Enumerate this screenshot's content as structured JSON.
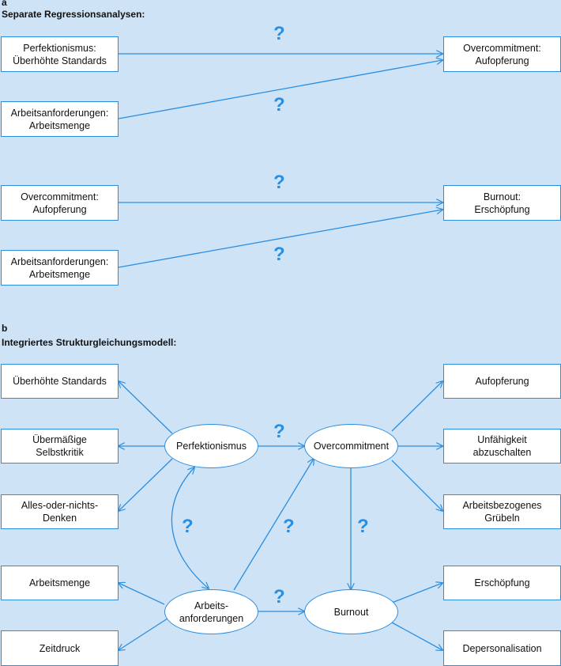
{
  "panel_a": {
    "label": "a",
    "title": "Separate Regressionsanalysen:",
    "boxes": {
      "perfektionismus": "Perfektionismus:\nÜberhöhte Standards",
      "arbeitsanforderungen1": "Arbeitsanforderungen:\nArbeitsmenge",
      "overcommitment_out": "Overcommitment:\nAufopferung",
      "overcommitment_in": "Overcommitment:\nAufopferung",
      "arbeitsanforderungen2": "Arbeitsanforderungen:\nArbeitsmenge",
      "burnout_out": "Burnout:\nErschöpfung"
    },
    "question_mark": "?"
  },
  "panel_b": {
    "label": "b",
    "title": "Integriertes Strukturgleichungsmodell:",
    "left_boxes": {
      "ueberhoehte_standards": "Überhöhte Standards",
      "uebermaessige_selbstkritik": "Übermäßige\nSelbstkritik",
      "alles_oder_nichts": "Alles-oder-nichts-\nDenken",
      "arbeitsmenge": "Arbeitsmenge",
      "zeitdruck": "Zeitdruck"
    },
    "right_boxes": {
      "aufopferung": "Aufopferung",
      "unfaehigkeit": "Unfähigkeit\nabzuschalten",
      "arbeitsbezogenes_grubeln": "Arbeitsbezogenes\nGrübeln",
      "erschoepfung": "Erschöpfung",
      "depersonalisation": "Depersonalisation"
    },
    "ellipses": {
      "perfektionismus": "Perfektionismus",
      "overcommitment": "Overcommitment",
      "arbeitsanforderungen": "Arbeits-\nanforderungen",
      "burnout": "Burnout"
    },
    "question_mark": "?"
  },
  "colors": {
    "background": "#cfe3f7",
    "accent": "#2a8ee0",
    "box_fill": "#ffffff"
  }
}
